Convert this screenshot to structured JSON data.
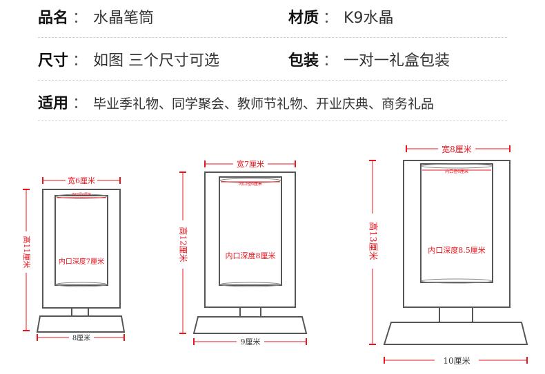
{
  "specs": {
    "name": {
      "label": "品名",
      "value": "水晶笔筒"
    },
    "material": {
      "label": "材质",
      "value": "K9水晶"
    },
    "size": {
      "label": "尺寸",
      "value": "如图 三个尺寸可选"
    },
    "packaging": {
      "label": "包装",
      "value": "一对一礼盒包装"
    },
    "usage": {
      "label": "适用",
      "value": "毕业季礼物、同学聚会、教师节礼物、开业庆典、商务礼品"
    },
    "separator": "："
  },
  "products": [
    {
      "width": "宽6厘米",
      "height": "高11厘米",
      "inner_diameter": "内口径6厘米",
      "inner_depth": "内口深度7厘米",
      "base": "8厘米"
    },
    {
      "width": "宽7厘米",
      "height": "高12厘米",
      "inner_diameter": "内口径6厘米",
      "inner_depth": "内口深度8厘米",
      "base": "9厘米"
    },
    {
      "width": "宽8厘米",
      "height": "高13厘米",
      "inner_diameter": "内口径6厘米",
      "inner_depth": "内口深度8.5厘米",
      "base": "10厘米"
    }
  ],
  "colors": {
    "dimension": "#e8141c",
    "outline": "#555555"
  }
}
